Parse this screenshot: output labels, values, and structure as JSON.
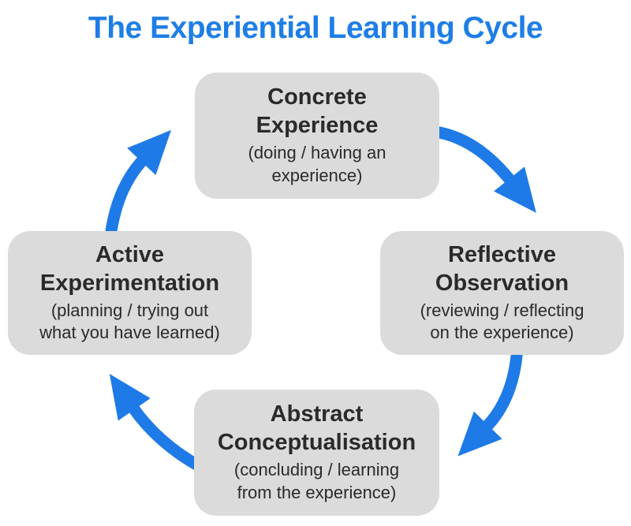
{
  "page": {
    "title": "The Experiential Learning Cycle"
  },
  "colors": {
    "accent_blue": "#1e7ae6",
    "title_blue": "#1e7ee6",
    "node_background": "#dbdbdb",
    "node_text": "#2a2a2a",
    "page_background": "#ffffff"
  },
  "nodes": [
    {
      "id": "concrete-experience",
      "title_lines": [
        "Concrete",
        "Experience"
      ],
      "subtitle_lines": [
        "(doing / having an",
        "experience)"
      ]
    },
    {
      "id": "reflective-observation",
      "title_lines": [
        "Reflective",
        "Observation"
      ],
      "subtitle_lines": [
        "(reviewing / reflecting",
        "on the experience)"
      ]
    },
    {
      "id": "abstract-conceptualisation",
      "title_lines": [
        "Abstract",
        "Conceptualisation"
      ],
      "subtitle_lines": [
        "(concluding / learning",
        "from the experience)"
      ]
    },
    {
      "id": "active-experimentation",
      "title_lines": [
        "Active",
        "Experimentation"
      ],
      "subtitle_lines": [
        "(planning / trying out",
        "what you have learned)"
      ]
    }
  ],
  "arrows": [
    {
      "name": "arrow-concrete-to-reflective",
      "from": "Concrete Experience",
      "to": "Reflective Observation",
      "direction": "clockwise"
    },
    {
      "name": "arrow-reflective-to-abstract",
      "from": "Reflective Observation",
      "to": "Abstract Conceptualisation",
      "direction": "clockwise"
    },
    {
      "name": "arrow-abstract-to-active",
      "from": "Abstract Conceptualisation",
      "to": "Active Experimentation",
      "direction": "clockwise"
    },
    {
      "name": "arrow-active-to-concrete",
      "from": "Active Experimentation",
      "to": "Concrete Experience",
      "direction": "clockwise"
    }
  ]
}
